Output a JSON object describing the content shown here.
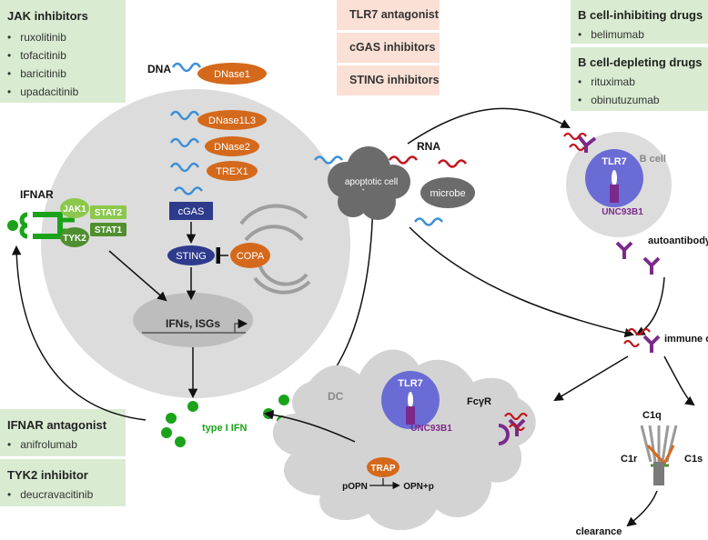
{
  "boxes": {
    "jak": {
      "title": "JAK inhibitors",
      "items": [
        "ruxolitinib",
        "tofacitinib",
        "baricitinib",
        "upadacitinib"
      ]
    },
    "pink": [
      "TLR7 antagonist",
      "cGAS inhibitors",
      "STING inhibitors"
    ],
    "bcell_inhibiting": {
      "title": "B cell-inhibiting drugs",
      "items": [
        "belimumab"
      ]
    },
    "bcell_depleting": {
      "title": "B cell-depleting drugs",
      "items": [
        "rituximab",
        "obinutuzumab"
      ]
    },
    "ifnar_antagonist": {
      "title": "IFNAR antagonist",
      "items": [
        "anifrolumab"
      ]
    },
    "tyk2_inhibitor": {
      "title": "TYK2 inhibitor",
      "items": [
        "deucravacitinib"
      ]
    }
  },
  "labels": {
    "dna": "DNA",
    "dnase1": "DNase1",
    "dnase1l3": "DNase1L3",
    "dnase2": "DNase2",
    "trex1": "TREX1",
    "cgas": "cGAS",
    "sting": "STING",
    "copa": "COPA",
    "ifns_isgs": "IFNs, ISGs",
    "ifnar": "IFNAR",
    "jak1": "JAK1",
    "tyk2": "TYK2",
    "stat2": "STAT2",
    "stat1": "STAT1",
    "apoptotic_cell": "apoptotic cell",
    "rna": "RNA",
    "microbe": "microbe",
    "b_cell": "B cell",
    "tlr7": "TLR7",
    "unc93b1": "UNC93B1",
    "autoantibody": "autoantibody",
    "immune_complex": "immune complex",
    "dc": "DC",
    "fcgr": "FcγR",
    "trap": "TRAP",
    "popn": "pOPN",
    "opnp": "OPN+p",
    "type1_ifn": "type I IFN",
    "c1q": "C1q",
    "c1r": "C1r",
    "c1s": "C1s",
    "clearance": "clearance"
  },
  "colors": {
    "box_green": "#d9ecd2",
    "box_pink": "#fbe0d6",
    "enzyme_orange": "#d4691c",
    "cgas_navy": "#2e3a8c",
    "ifn_green": "#1aa31a",
    "jak_green": "#8cc84b",
    "stat_green": "#4f8f2f",
    "tlr7_purple": "#6b6bd6",
    "antibody_purple": "#7b2a8c",
    "rna_red": "#c0161c",
    "dna_blue": "#3c8fd8",
    "cell_gray": "#dcdcdc"
  }
}
